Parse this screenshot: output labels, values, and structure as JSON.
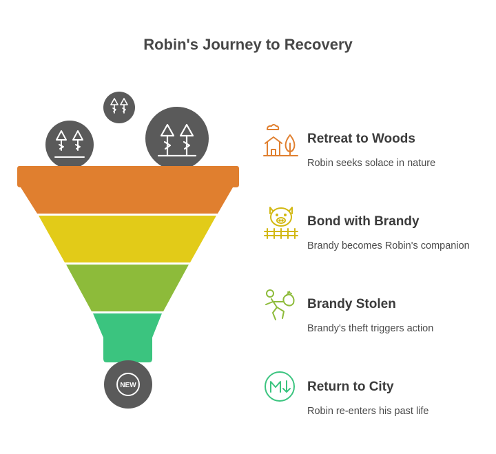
{
  "title": "Robin's Journey to Recovery",
  "colors": {
    "orange": "#E07F2F",
    "yellow": "#E2CB18",
    "green": "#8DBB3A",
    "teal": "#3BC47F",
    "dark_circle": "#5A5A5A"
  },
  "funnel": {
    "bottom_badge": "NEW"
  },
  "steps": [
    {
      "label": "Retreat to Woods",
      "description": "Robin seeks solace in nature",
      "icon": "house-tree-icon",
      "color": "#E07F2F"
    },
    {
      "label": "Bond with Brandy",
      "description": "Brandy becomes Robin's companion",
      "icon": "pig-fence-icon",
      "color": "#D2B812"
    },
    {
      "label": "Brandy Stolen",
      "description": "Brandy's theft triggers action",
      "icon": "thief-running-icon",
      "color": "#8DBB3A"
    },
    {
      "label": "Return to City",
      "description": "Robin re-enters his past life",
      "icon": "gmail-icon",
      "color": "#3BC47F"
    }
  ]
}
